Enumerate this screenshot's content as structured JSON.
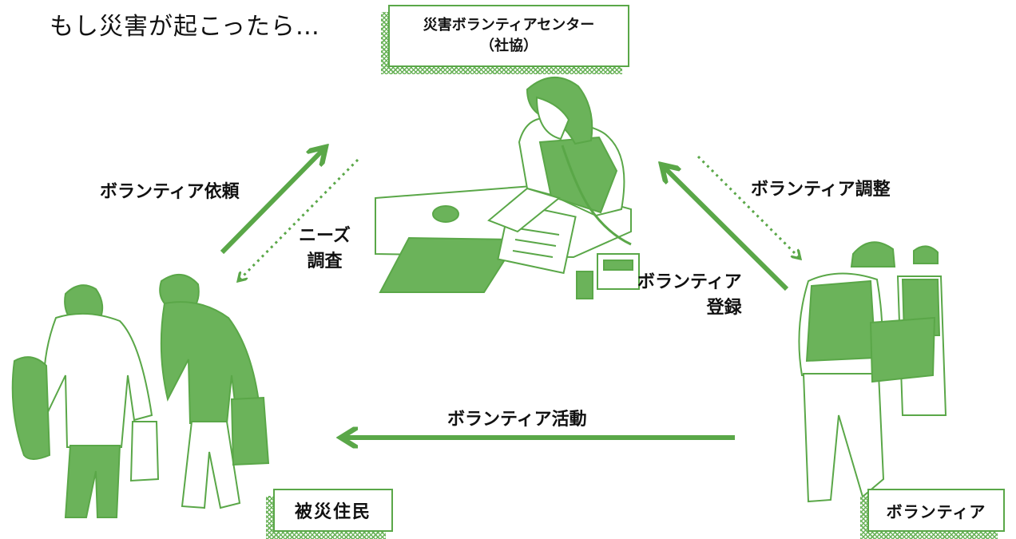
{
  "title": "もし災害が起こったら…",
  "center": {
    "line1": "災害ボランティアセンター",
    "line2": "（社協）"
  },
  "residents": {
    "label": "被災住民"
  },
  "volunteers": {
    "label": "ボランティア"
  },
  "edges": {
    "request": "ボランティア依頼",
    "needs_line1": "ニーズ",
    "needs_line2": "調査",
    "adjust": "ボランティア調整",
    "register_line1": "ボランティア",
    "register_line2": "登録",
    "activity": "ボランティア活動"
  },
  "colors": {
    "accent": "#5aa748",
    "fill": "#6bb35a",
    "text": "#111111"
  }
}
